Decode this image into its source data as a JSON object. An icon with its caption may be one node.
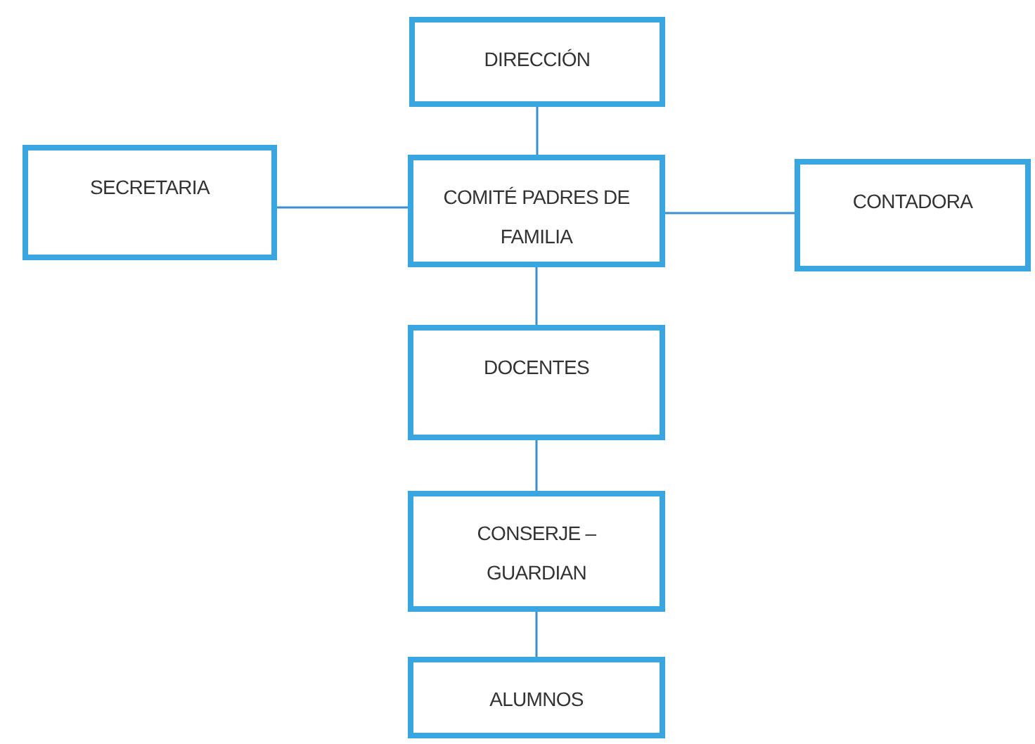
{
  "diagram": {
    "nodes": [
      {
        "text": [
          "DIRECCIÓN"
        ]
      },
      {
        "text": [
          "SECRETARIA"
        ]
      },
      {
        "text": [
          "COMITÉ PADRES DE FAMILIA"
        ]
      },
      {
        "text": [
          "CONTADORA"
        ]
      },
      {
        "text": [
          "DOCENTES"
        ]
      },
      {
        "text": [
          "CONSERJE – GUARDIAN"
        ]
      },
      {
        "text": [
          "ALUMNOS"
        ]
      }
    ],
    "edges": [
      {
        "from": 0,
        "to": 2,
        "arrow": "none"
      },
      {
        "from": 1,
        "to": 2,
        "arrow": "none"
      },
      {
        "from": 2,
        "to": 3,
        "arrow": "none"
      },
      {
        "from": 2,
        "to": 4,
        "arrow": "none"
      },
      {
        "from": 4,
        "to": 5,
        "arrow": "none"
      },
      {
        "from": 5,
        "to": 6,
        "arrow": "none"
      }
    ]
  }
}
